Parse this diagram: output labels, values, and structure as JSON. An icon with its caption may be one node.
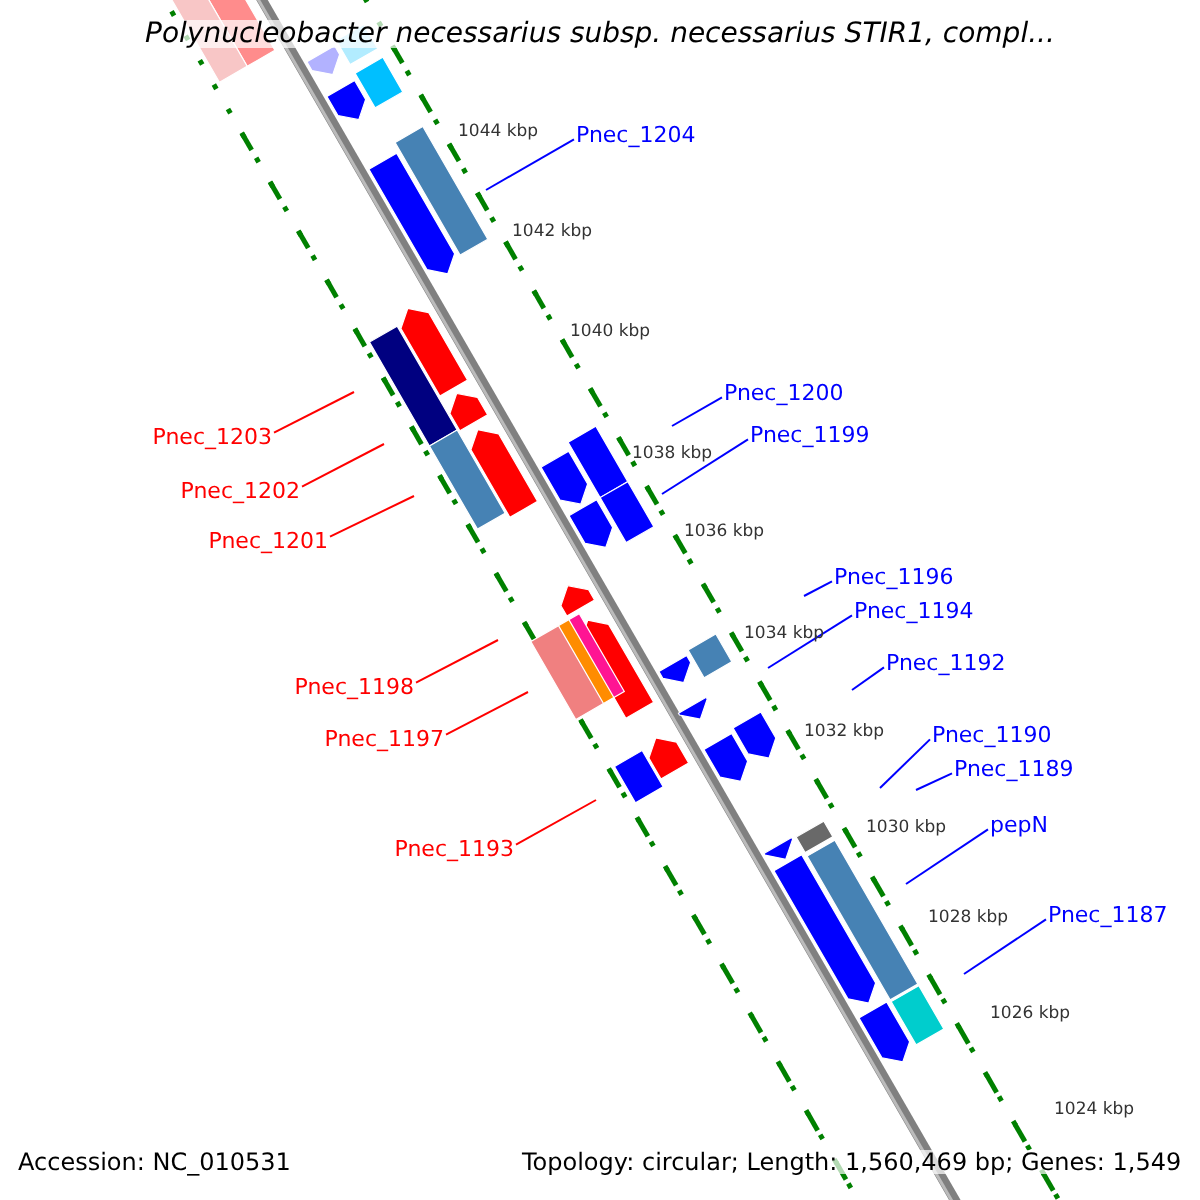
{
  "diagram": {
    "title": "Polynucleobacter necessarius subsp. necessarius STIR1, compl...",
    "nodes": [
      {
        "text": [
          "Pnec_1204"
        ]
      },
      {
        "text": [
          "Pnec_1203"
        ]
      },
      {
        "text": [
          "Pnec_1200"
        ]
      },
      {
        "text": [
          "Pnec_1199"
        ]
      },
      {
        "text": [
          "Pnec_1202"
        ]
      },
      {
        "text": [
          "Pnec_1201"
        ]
      },
      {
        "text": [
          "Pnec_1196"
        ]
      },
      {
        "text": [
          "Pnec_1194"
        ]
      },
      {
        "text": [
          "Pnec_1198"
        ]
      },
      {
        "text": [
          "Pnec_1192"
        ]
      },
      {
        "text": [
          "Pnec_1197"
        ]
      },
      {
        "text": [
          "Pnec_1190"
        ]
      },
      {
        "text": [
          "Pnec_1189"
        ]
      },
      {
        "text": [
          "Pnec_1193"
        ]
      },
      {
        "text": [
          "pepN"
        ]
      },
      {
        "text": [
          "Pnec_1187"
        ]
      }
    ],
    "edges": [
      {
        "from": 0,
        "to": null,
        "arrow": "none"
      },
      {
        "from": 1,
        "to": null,
        "arrow": "none",
        "color": "#ff0000"
      },
      {
        "from": 2,
        "to": null,
        "arrow": "none"
      },
      {
        "from": 3,
        "to": null,
        "arrow": "none"
      },
      {
        "from": 4,
        "to": null,
        "arrow": "none",
        "color": "#ff0000"
      },
      {
        "from": 5,
        "to": null,
        "arrow": "none",
        "color": "#ff0000"
      },
      {
        "from": 6,
        "to": null,
        "arrow": "none"
      },
      {
        "from": 7,
        "to": null,
        "arrow": "none"
      },
      {
        "from": 8,
        "to": null,
        "arrow": "none",
        "color": "#ff0000"
      },
      {
        "from": 9,
        "to": null,
        "arrow": "none"
      },
      {
        "from": 10,
        "to": null,
        "arrow": "none",
        "color": "#ff0000"
      },
      {
        "from": 11,
        "to": null,
        "arrow": "none"
      },
      {
        "from": 12,
        "to": null,
        "arrow": "none"
      },
      {
        "from": 13,
        "to": null,
        "arrow": "none",
        "color": "#ff0000"
      },
      {
        "from": 14,
        "to": null,
        "arrow": "none"
      },
      {
        "from": 15,
        "to": null,
        "arrow": "none"
      }
    ],
    "labels": [
      "1044 kbp",
      "1042 kbp",
      "1040 kbp",
      "1038 kbp",
      "1036 kbp",
      "1034 kbp",
      "1032 kbp",
      "1030 kbp",
      "1028 kbp",
      "1026 kbp",
      "1024 kbp",
      "Accession: NC_010531",
      "Topology: circular; Length: 1,560,469 bp; Genes: 1,549"
    ]
  }
}
